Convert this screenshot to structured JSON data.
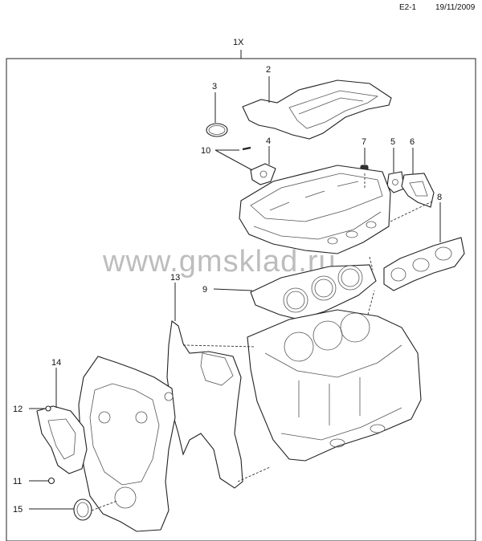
{
  "header": {
    "code": "E2-1",
    "date": "19/11/2009"
  },
  "watermark": "www.gmsklad.ru",
  "kit_label": "1X",
  "callouts": [
    "2",
    "3",
    "4",
    "5",
    "6",
    "7",
    "8",
    "9",
    "10",
    "11",
    "12",
    "13",
    "14",
    "15"
  ]
}
